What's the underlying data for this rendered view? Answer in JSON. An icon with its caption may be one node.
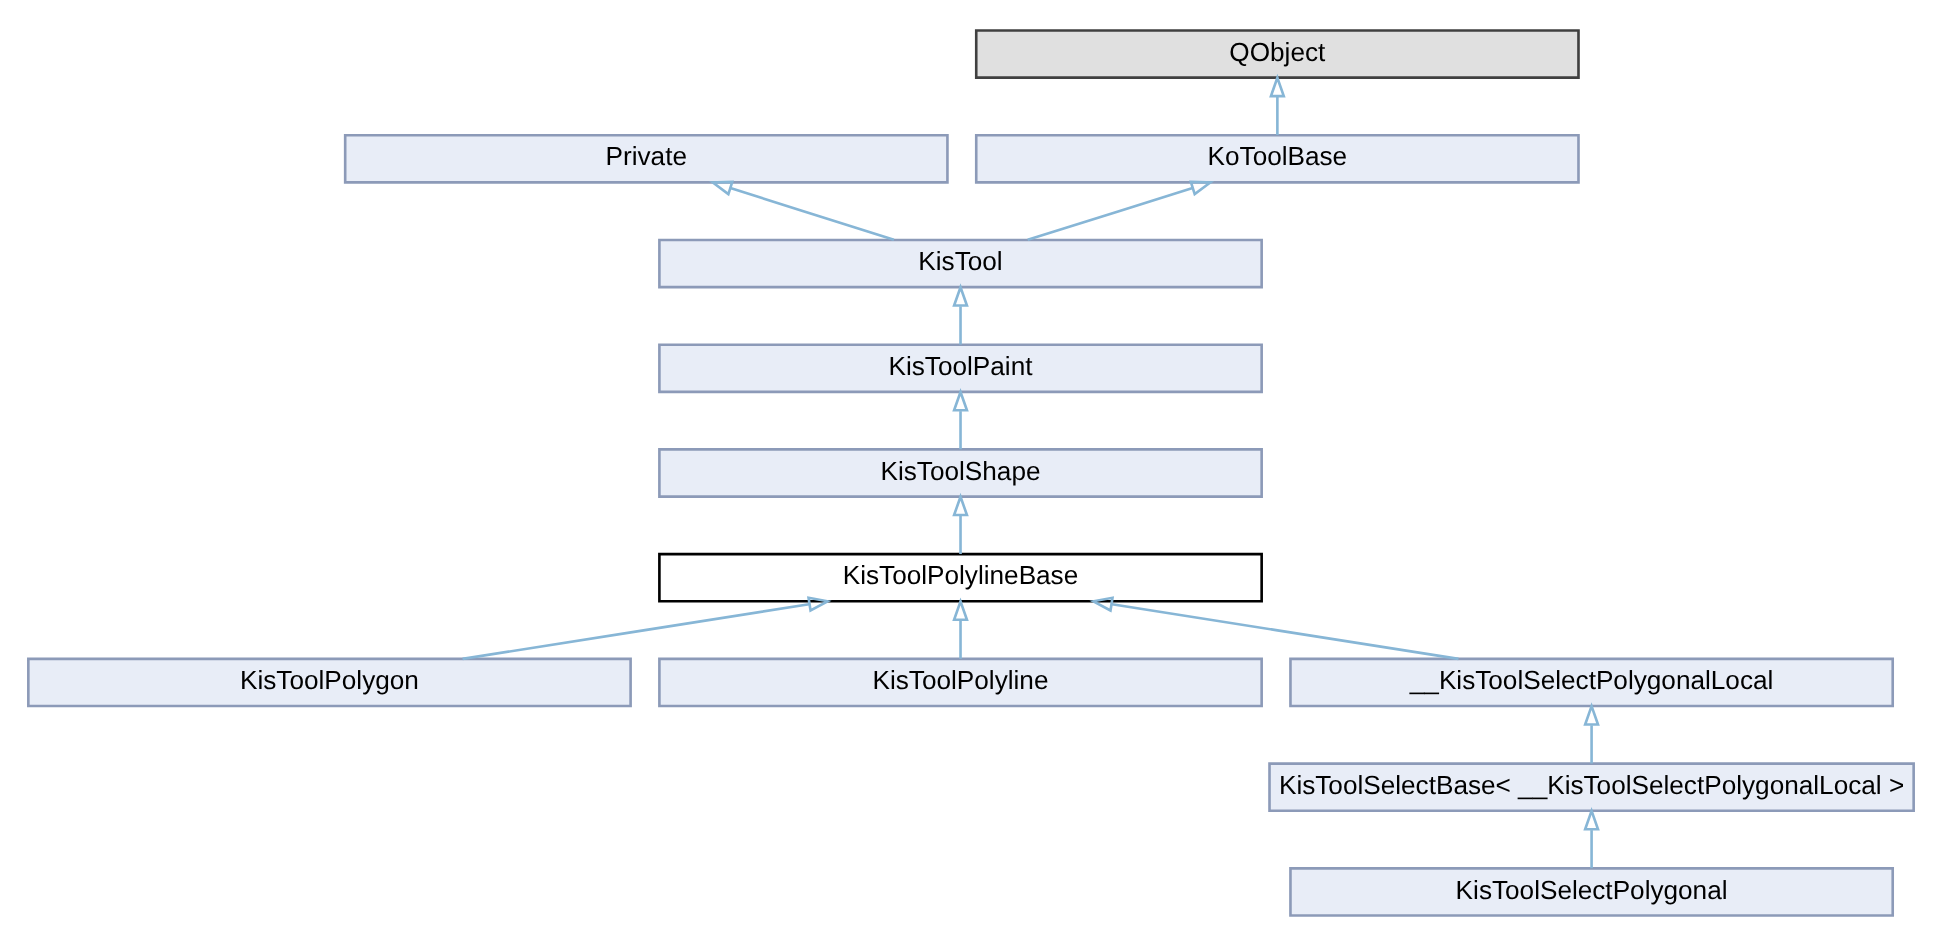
{
  "diagram": {
    "nodes": [
      {
        "text": [
          "QObject"
        ]
      },
      {
        "text": [
          "Private"
        ]
      },
      {
        "text": [
          "KoToolBase"
        ]
      },
      {
        "text": [
          "KisTool"
        ]
      },
      {
        "text": [
          "KisToolPaint"
        ]
      },
      {
        "text": [
          "KisToolShape"
        ]
      },
      {
        "text": [
          "KisToolPolylineBase"
        ]
      },
      {
        "text": [
          "KisToolPolygon"
        ]
      },
      {
        "text": [
          "KisToolPolyline"
        ]
      },
      {
        "text": [
          "__KisToolSelectPolygonalLocal"
        ]
      },
      {
        "text": [
          "KisToolSelectBase< __KisToolSelectPolygonalLocal >"
        ]
      },
      {
        "text": [
          "KisToolSelectPolygonal"
        ]
      }
    ],
    "edges": [
      {
        "from": 2,
        "to": 0,
        "arrow": "to"
      },
      {
        "from": 3,
        "to": 1,
        "arrow": "to"
      },
      {
        "from": 3,
        "to": 2,
        "arrow": "to"
      },
      {
        "from": 4,
        "to": 3,
        "arrow": "to"
      },
      {
        "from": 5,
        "to": 4,
        "arrow": "to"
      },
      {
        "from": 6,
        "to": 5,
        "arrow": "to"
      },
      {
        "from": 7,
        "to": 6,
        "arrow": "to"
      },
      {
        "from": 8,
        "to": 6,
        "arrow": "to"
      },
      {
        "from": 9,
        "to": 6,
        "arrow": "to"
      },
      {
        "from": 10,
        "to": 9,
        "arrow": "to"
      },
      {
        "from": 11,
        "to": 10,
        "arrow": "to"
      }
    ]
  }
}
